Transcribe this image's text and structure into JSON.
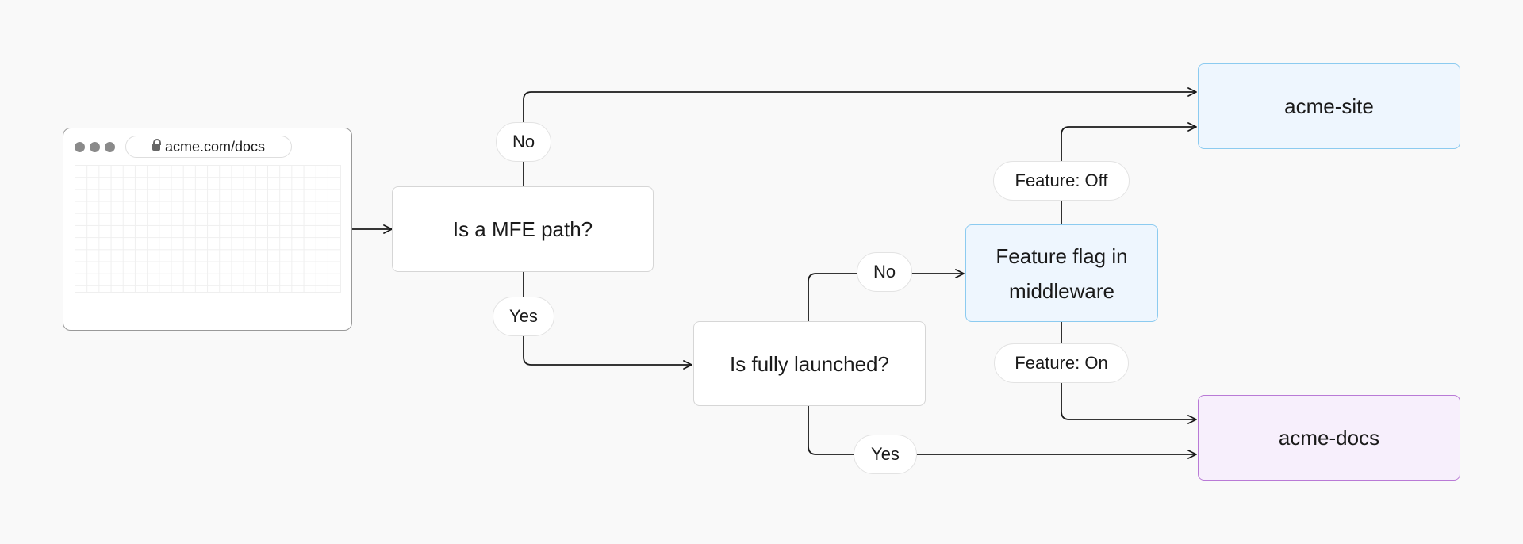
{
  "browser": {
    "url": "acme.com/docs"
  },
  "nodes": {
    "mfe_question": "Is a MFE path?",
    "launched_question": "Is fully launched?",
    "feature_flag_line1": "Feature flag in",
    "feature_flag_line2": "middleware",
    "acme_site": "acme-site",
    "acme_docs": "acme-docs"
  },
  "edge_labels": {
    "mfe_no": "No",
    "mfe_yes": "Yes",
    "launched_no": "No",
    "launched_yes": "Yes",
    "feature_off": "Feature: Off",
    "feature_on": "Feature: On"
  },
  "colors": {
    "background": "#f9f9f9",
    "edge": "#1a1a1a",
    "blue_fill": "#eef6fe",
    "blue_border": "#8ccbf0",
    "purple_fill": "#f7effc",
    "purple_border": "#b97ad6"
  }
}
